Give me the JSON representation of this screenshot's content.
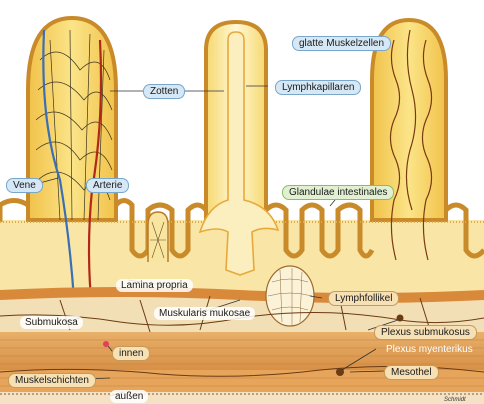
{
  "labels": {
    "zotten": "Zotten",
    "lymphkapillaren": "Lymphkapillaren",
    "glatte_muskelzellen": "glatte Muskelzellen",
    "vene": "Vene",
    "arterie": "Arterie",
    "glandulae_intestinales": "Glandulae intestinales",
    "lamina_propria": "Lamina propria",
    "lymphfollikel": "Lymphfollikel",
    "submukosa": "Submukosa",
    "muskularis_mukosae": "Muskularis mukosae",
    "plexus_submukosus": "Plexus submukosus",
    "innen": "innen",
    "plexus_myenterikus": "Plexus myenterikus",
    "muskelschichten": "Muskelschichten",
    "mesothel": "Mesothel",
    "aussen": "außen",
    "artist_signature": "Schmidt"
  },
  "colors": {
    "villus_yellow": "#f7d35a",
    "villus_pale": "#fdf3c2",
    "epithelium": "#c98a2a",
    "submucosa": "#f3dfb5",
    "muscle_band": "#e2a45a",
    "vein": "#3a6fb4",
    "artery": "#b02818",
    "lymph": "#f4e7a8"
  }
}
